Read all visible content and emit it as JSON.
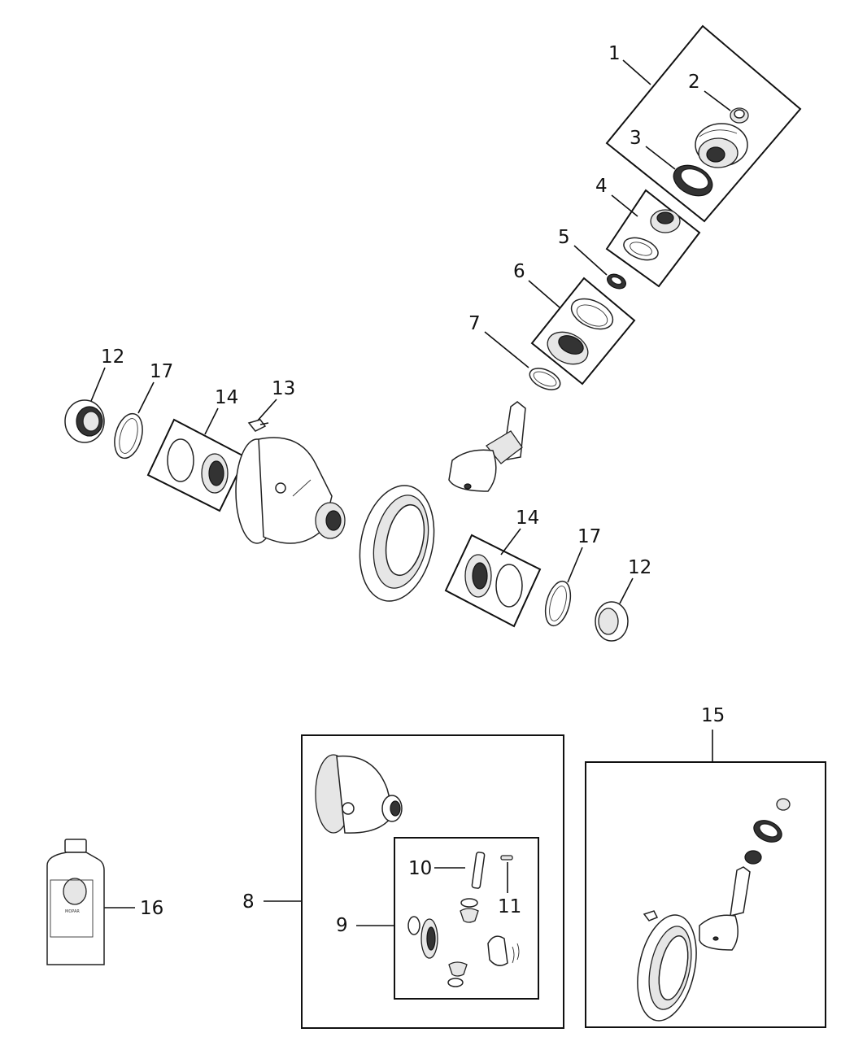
{
  "callouts": {
    "c1": "1",
    "c2": "2",
    "c3": "3",
    "c4": "4",
    "c5": "5",
    "c6": "6",
    "c7": "7",
    "c8": "8",
    "c9": "9",
    "c10": "10",
    "c11": "11",
    "c12a": "12",
    "c12b": "12",
    "c13": "13",
    "c14a": "14",
    "c14b": "14",
    "c15": "15",
    "c16": "16",
    "c17a": "17",
    "c17b": "17"
  },
  "bottle": {
    "brand": "MOPAR"
  }
}
